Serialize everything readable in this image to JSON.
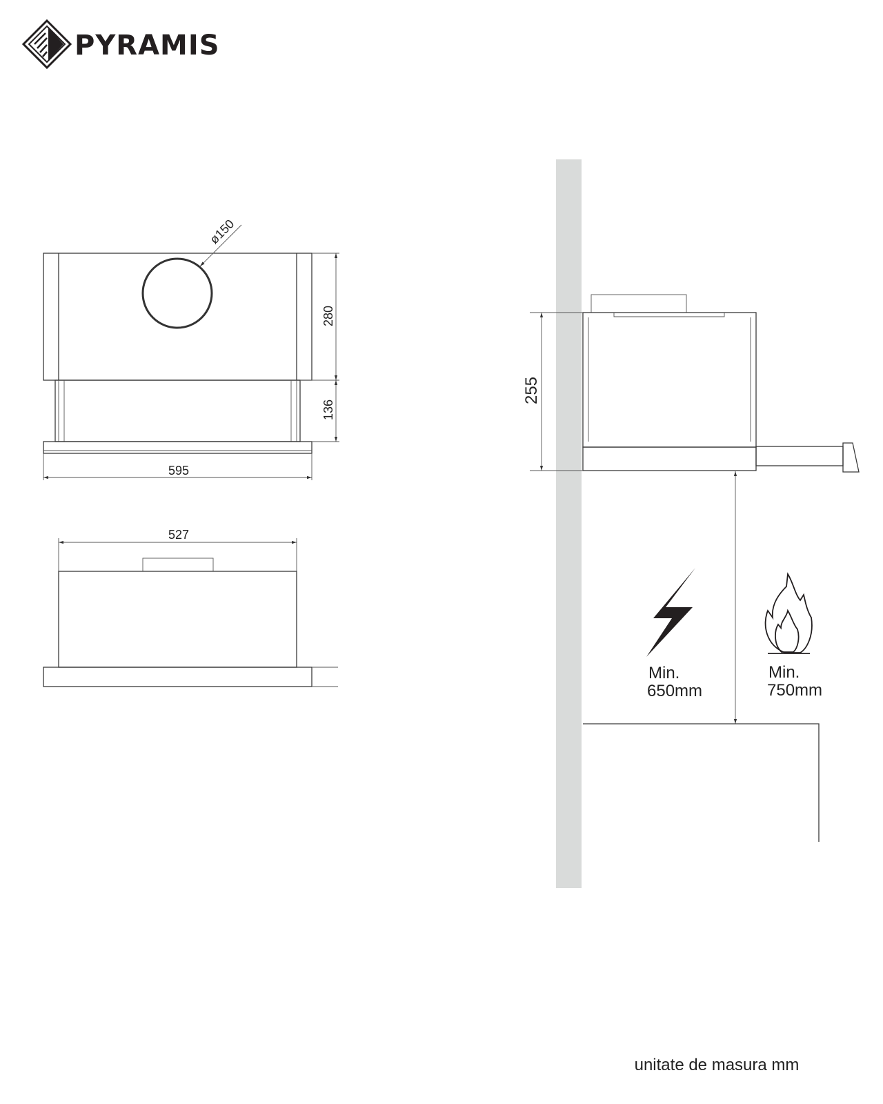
{
  "brand": {
    "name": "PYRAMIS"
  },
  "front_view": {
    "duct_diameter": "ø150",
    "height_body": "280",
    "height_drawer": "136",
    "width_total": "595"
  },
  "top_view": {
    "width_body": "527"
  },
  "side_view": {
    "height": "255",
    "electric_clearance": {
      "label": "Min.",
      "value": "650mm"
    },
    "gas_clearance": {
      "label": "Min.",
      "value": "750mm"
    }
  },
  "footer": {
    "units_note": "unitate de masura mm"
  },
  "colors": {
    "wall": "#d9dbda",
    "line": "#3a3a3a"
  }
}
